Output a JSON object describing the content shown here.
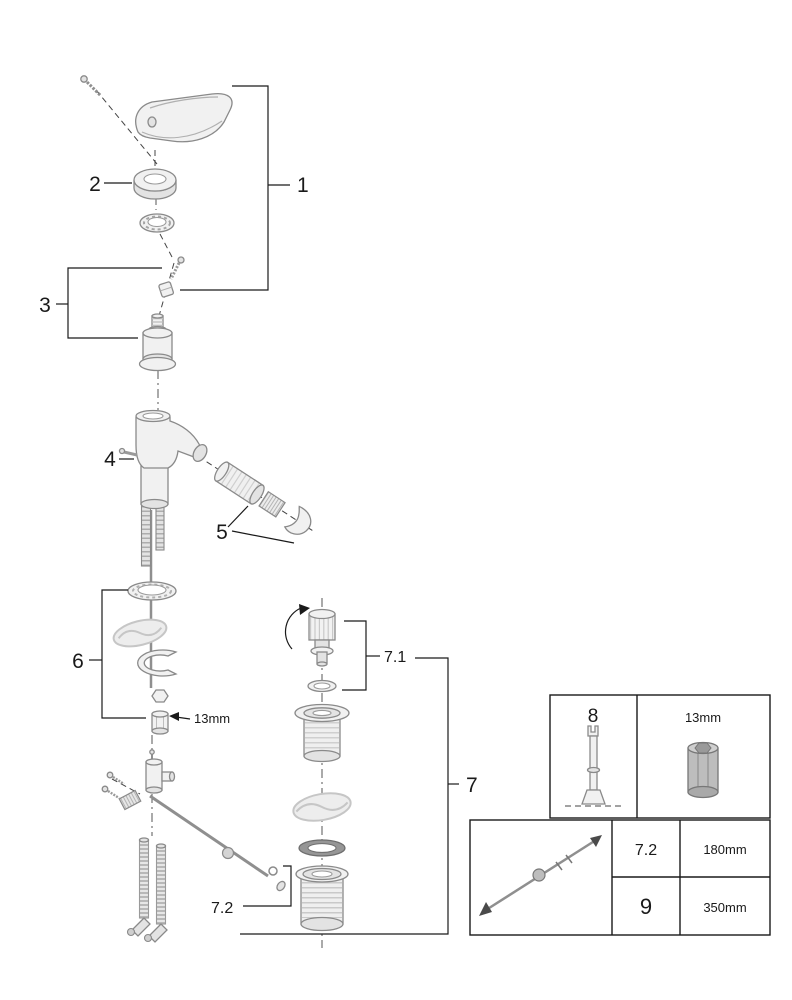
{
  "diagram": {
    "kind": "faucet-exploded-parts-diagram",
    "callouts": {
      "n1": "1",
      "n2": "2",
      "n3": "3",
      "n4": "4",
      "n5": "5",
      "n6": "6",
      "n7": "7",
      "n7_1": "7.1",
      "n7_2": "7.2"
    },
    "annotations": {
      "bushing_hex_size": "13mm"
    },
    "tool_panel": {
      "tool_number": "8",
      "socket_size": "13mm"
    },
    "rod_panel": {
      "rows": [
        {
          "part": "7.2",
          "length": "180mm"
        },
        {
          "part": "9",
          "length": "350mm"
        }
      ]
    },
    "colors": {
      "background": "#ffffff",
      "line": "#1a1a1a",
      "part_stroke": "#8a8a8a",
      "part_fill": "#f1f1f1",
      "ghost_stroke": "#c6c6c6"
    }
  }
}
